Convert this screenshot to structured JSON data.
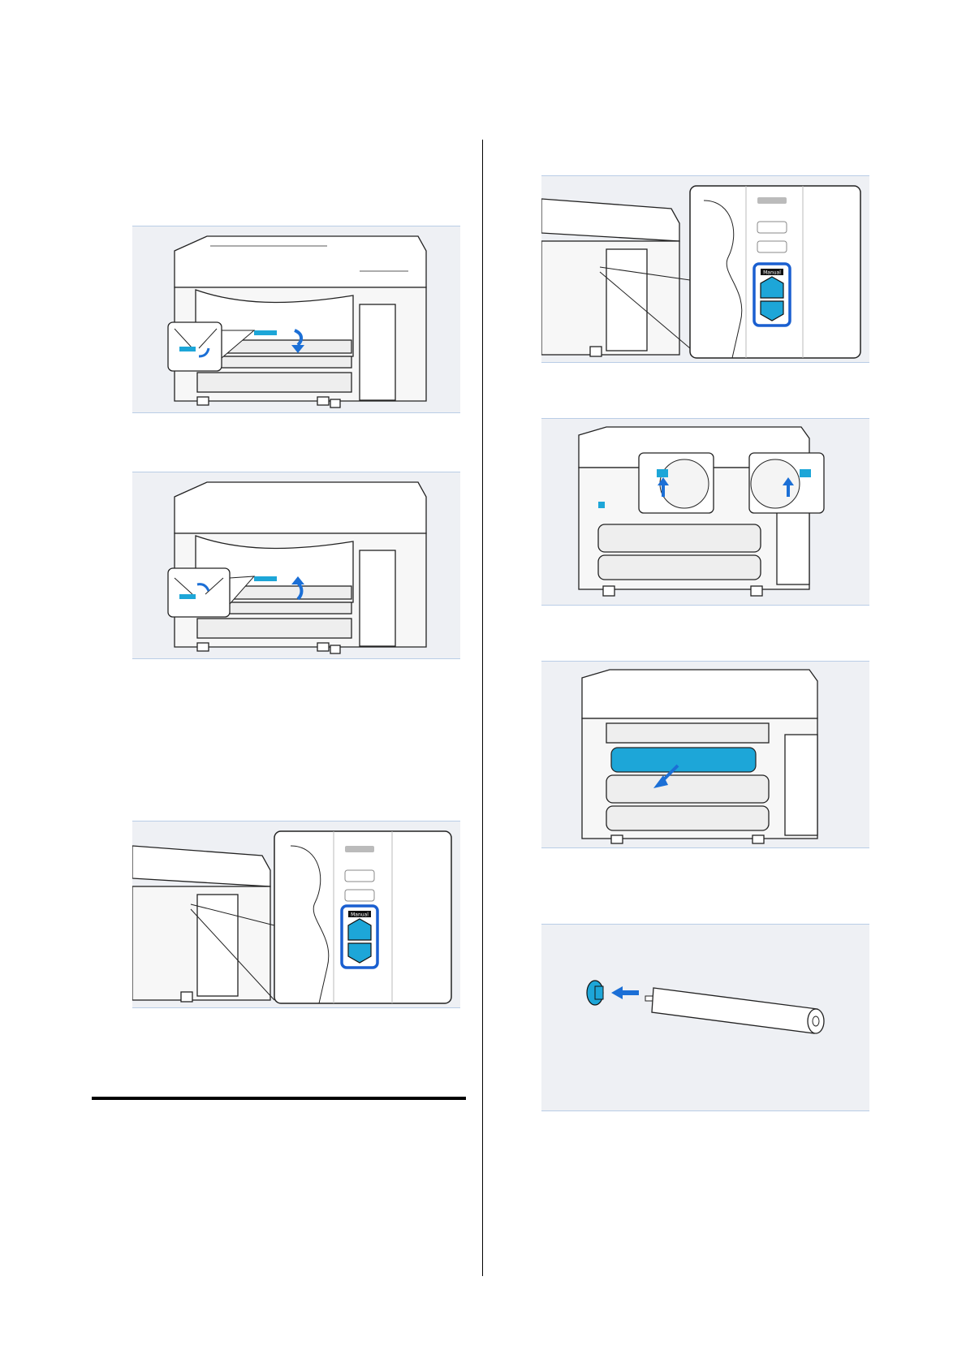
{
  "page": {
    "figures": [
      {
        "name": "figure-cutter-lever-down",
        "caption": ""
      },
      {
        "name": "figure-cutter-lever-up",
        "caption": ""
      },
      {
        "name": "figure-manual-button-left",
        "caption": ""
      },
      {
        "name": "figure-manual-button-right",
        "caption": ""
      },
      {
        "name": "figure-release-roll-holders",
        "caption": ""
      },
      {
        "name": "figure-remove-roll-core",
        "caption": ""
      },
      {
        "name": "figure-attach-adapter",
        "caption": ""
      }
    ],
    "control_panel": {
      "button_label": "Manual"
    }
  },
  "colors": {
    "accent": "#1da6d8",
    "arrow": "#1b6fd6",
    "highlight_frame": "#1a5fd0",
    "figure_bg": "#eef0f4"
  }
}
